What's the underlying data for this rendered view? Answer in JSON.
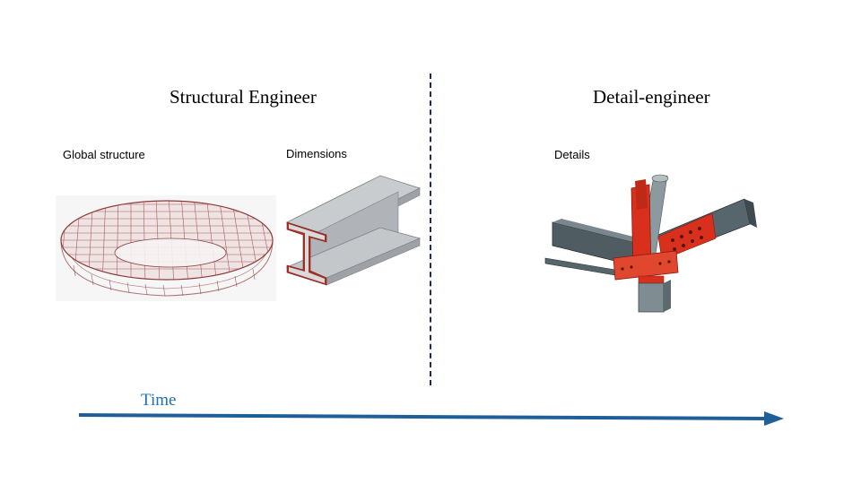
{
  "left_section": {
    "heading": "Structural Engineer",
    "captions": {
      "global": "Global structure",
      "dimensions": "Dimensions"
    }
  },
  "right_section": {
    "heading": "Detail-engineer",
    "captions": {
      "details": "Details"
    }
  },
  "timeline": {
    "label": "Time"
  },
  "colors": {
    "arrow": "#1f5f99",
    "time_label": "#1f6fad",
    "divider": "#1f2a5a",
    "mesh": "#8b3a3a",
    "steel_grey": "#b8bcc0",
    "steel_red": "#d9301e"
  },
  "icons": [
    "global-structure-model",
    "i-beam-section",
    "steel-joint-details"
  ]
}
